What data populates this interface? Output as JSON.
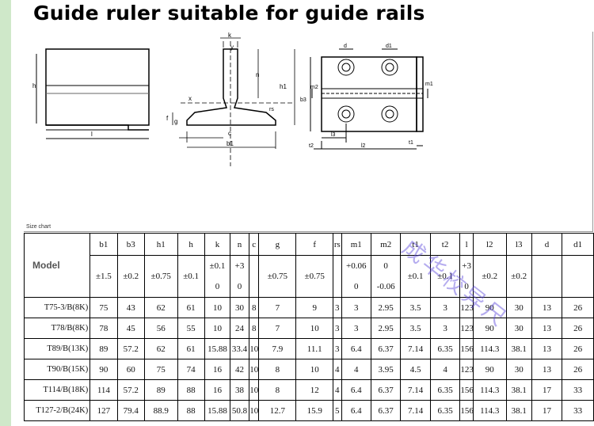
{
  "title": "Guide ruler suitable for guide rails",
  "size_chart_caption": "Size chart",
  "diagram_labels": {
    "h": "h",
    "l": "l",
    "k": "k",
    "y": "y",
    "n": "n",
    "h1": "h1",
    "x": "x",
    "f": "f",
    "g": "g",
    "rs": "rs",
    "c": "c",
    "b1": "b1",
    "d": "d",
    "d1": "d1",
    "m1": "m1",
    "m2": "m2",
    "b3": "b3",
    "l3": "l3",
    "l2": "l2",
    "t1": "t1",
    "t2": "t2"
  },
  "table": {
    "model_header": "Model",
    "columns": [
      "b1",
      "b3",
      "h1",
      "h",
      "k",
      "n",
      "c",
      "g",
      "f",
      "rs",
      "m1",
      "m2",
      "t1",
      "t2",
      "l",
      "l2",
      "l3",
      "d",
      "d1"
    ],
    "tolerances": [
      {
        "a": "±1.5"
      },
      {
        "a": "±0.2"
      },
      {
        "a": "±0.75"
      },
      {
        "a": "±0.1"
      },
      {
        "a": "±0.1",
        "b": "0"
      },
      {
        "a": "+3",
        "b": "0"
      },
      {
        "a": ""
      },
      {
        "a": "±0.75"
      },
      {
        "a": "±0.75"
      },
      {
        "a": ""
      },
      {
        "a": "+0.06",
        "b": "0"
      },
      {
        "a": "0",
        "b": "-0.06"
      },
      {
        "a": "±0.1"
      },
      {
        "a": "±0.1"
      },
      {
        "a": "+3",
        "b": "0"
      },
      {
        "a": "±0.2"
      },
      {
        "a": "±0.2"
      },
      {
        "a": ""
      },
      {
        "a": ""
      }
    ],
    "rows": [
      {
        "model": "T75-3/B(8K)",
        "values": [
          "75",
          "43",
          "62",
          "61",
          "10",
          "30",
          "8",
          "7",
          "9",
          "3",
          "3",
          "2.95",
          "3.5",
          "3",
          "123",
          "90",
          "30",
          "13",
          "26"
        ]
      },
      {
        "model": "T78/B(8K)",
        "values": [
          "78",
          "45",
          "56",
          "55",
          "10",
          "24",
          "8",
          "7",
          "10",
          "3",
          "3",
          "2.95",
          "3.5",
          "3",
          "123",
          "90",
          "30",
          "13",
          "26"
        ]
      },
      {
        "model": "T89/B(13K)",
        "values": [
          "89",
          "57.2",
          "62",
          "61",
          "15.88",
          "33.4",
          "10",
          "7.9",
          "11.1",
          "3",
          "6.4",
          "6.37",
          "7.14",
          "6.35",
          "156",
          "114.3",
          "38.1",
          "13",
          "26"
        ]
      },
      {
        "model": "T90/B(15K)",
        "values": [
          "90",
          "60",
          "75",
          "74",
          "16",
          "42",
          "10",
          "8",
          "10",
          "4",
          "4",
          "3.95",
          "4.5",
          "4",
          "123",
          "90",
          "30",
          "13",
          "26"
        ]
      },
      {
        "model": "T114/B(18K)",
        "values": [
          "114",
          "57.2",
          "89",
          "88",
          "16",
          "38",
          "10",
          "8",
          "12",
          "4",
          "6.4",
          "6.37",
          "7.14",
          "6.35",
          "156",
          "114.3",
          "38.1",
          "17",
          "33"
        ]
      },
      {
        "model": "T127-2/B(24K)",
        "values": [
          "127",
          "79.4",
          "88.9",
          "88",
          "15.88",
          "50.8",
          "10",
          "12.7",
          "15.9",
          "5",
          "6.4",
          "6.37",
          "7.14",
          "6.35",
          "156",
          "114.3",
          "38.1",
          "17",
          "33"
        ]
      }
    ]
  },
  "watermark": "成华校异尺"
}
